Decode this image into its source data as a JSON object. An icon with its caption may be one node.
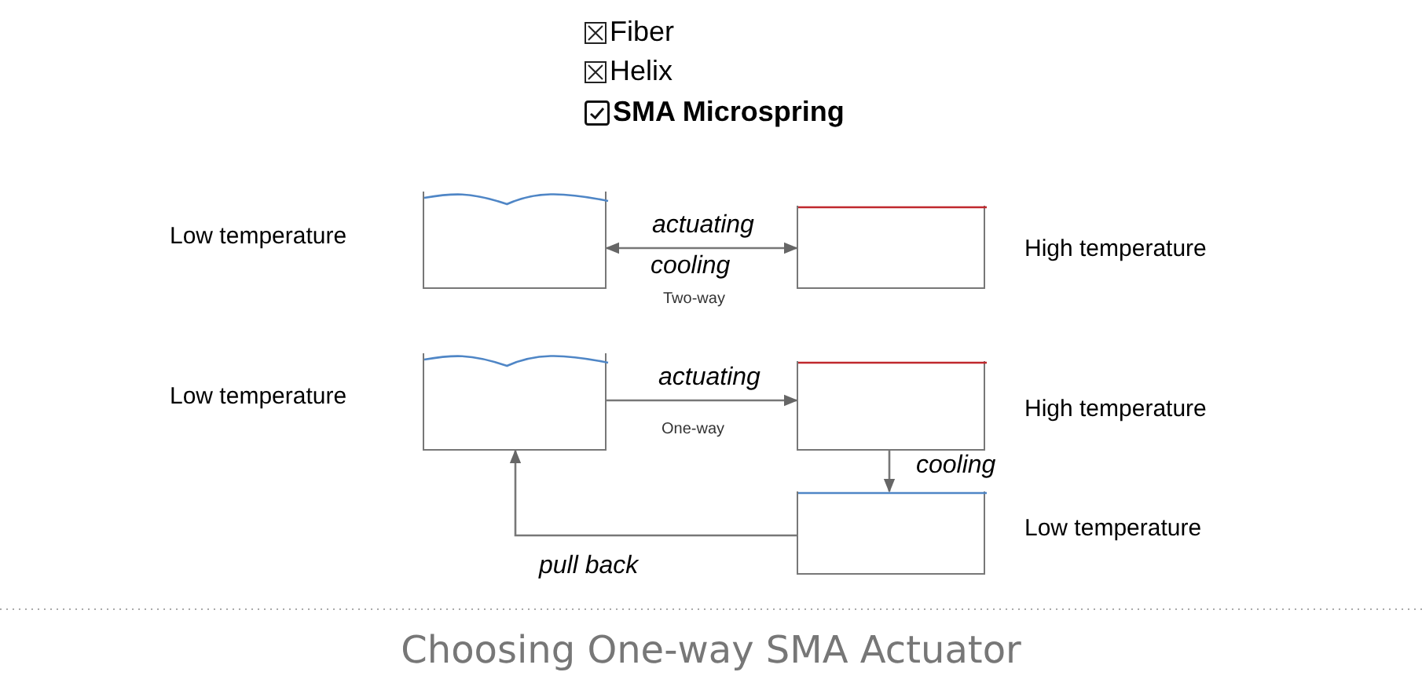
{
  "diagram": {
    "caption": "Choosing One-way SMA Actuator",
    "nodes": [
      {
        "text": [],
        "shape": "box",
        "beside": [
          "Low temperature"
        ]
      },
      {
        "text": [],
        "shape": "box",
        "beside": [
          "High temperature"
        ]
      },
      {
        "text": [],
        "shape": "box",
        "beside": [
          "Low temperature"
        ]
      },
      {
        "text": [],
        "shape": "box",
        "beside": [
          "High temperature"
        ]
      },
      {
        "text": [],
        "shape": "box",
        "beside": [
          "Low temperature"
        ]
      }
    ],
    "edges": [
      {
        "from": 0,
        "to": 1,
        "arrow": "both",
        "label": "actuating"
      },
      {
        "from": 2,
        "to": 3,
        "arrow": "to",
        "label": "actuating"
      },
      {
        "from": 3,
        "to": 4,
        "arrow": "to",
        "label": "cooling"
      },
      {
        "from": 4,
        "to": 2,
        "arrow": "to",
        "label": "pull back"
      }
    ],
    "labels": [
      "Fiber",
      "Helix",
      "SMA Microspring",
      "cooling",
      "Two-way",
      "One-way"
    ]
  }
}
